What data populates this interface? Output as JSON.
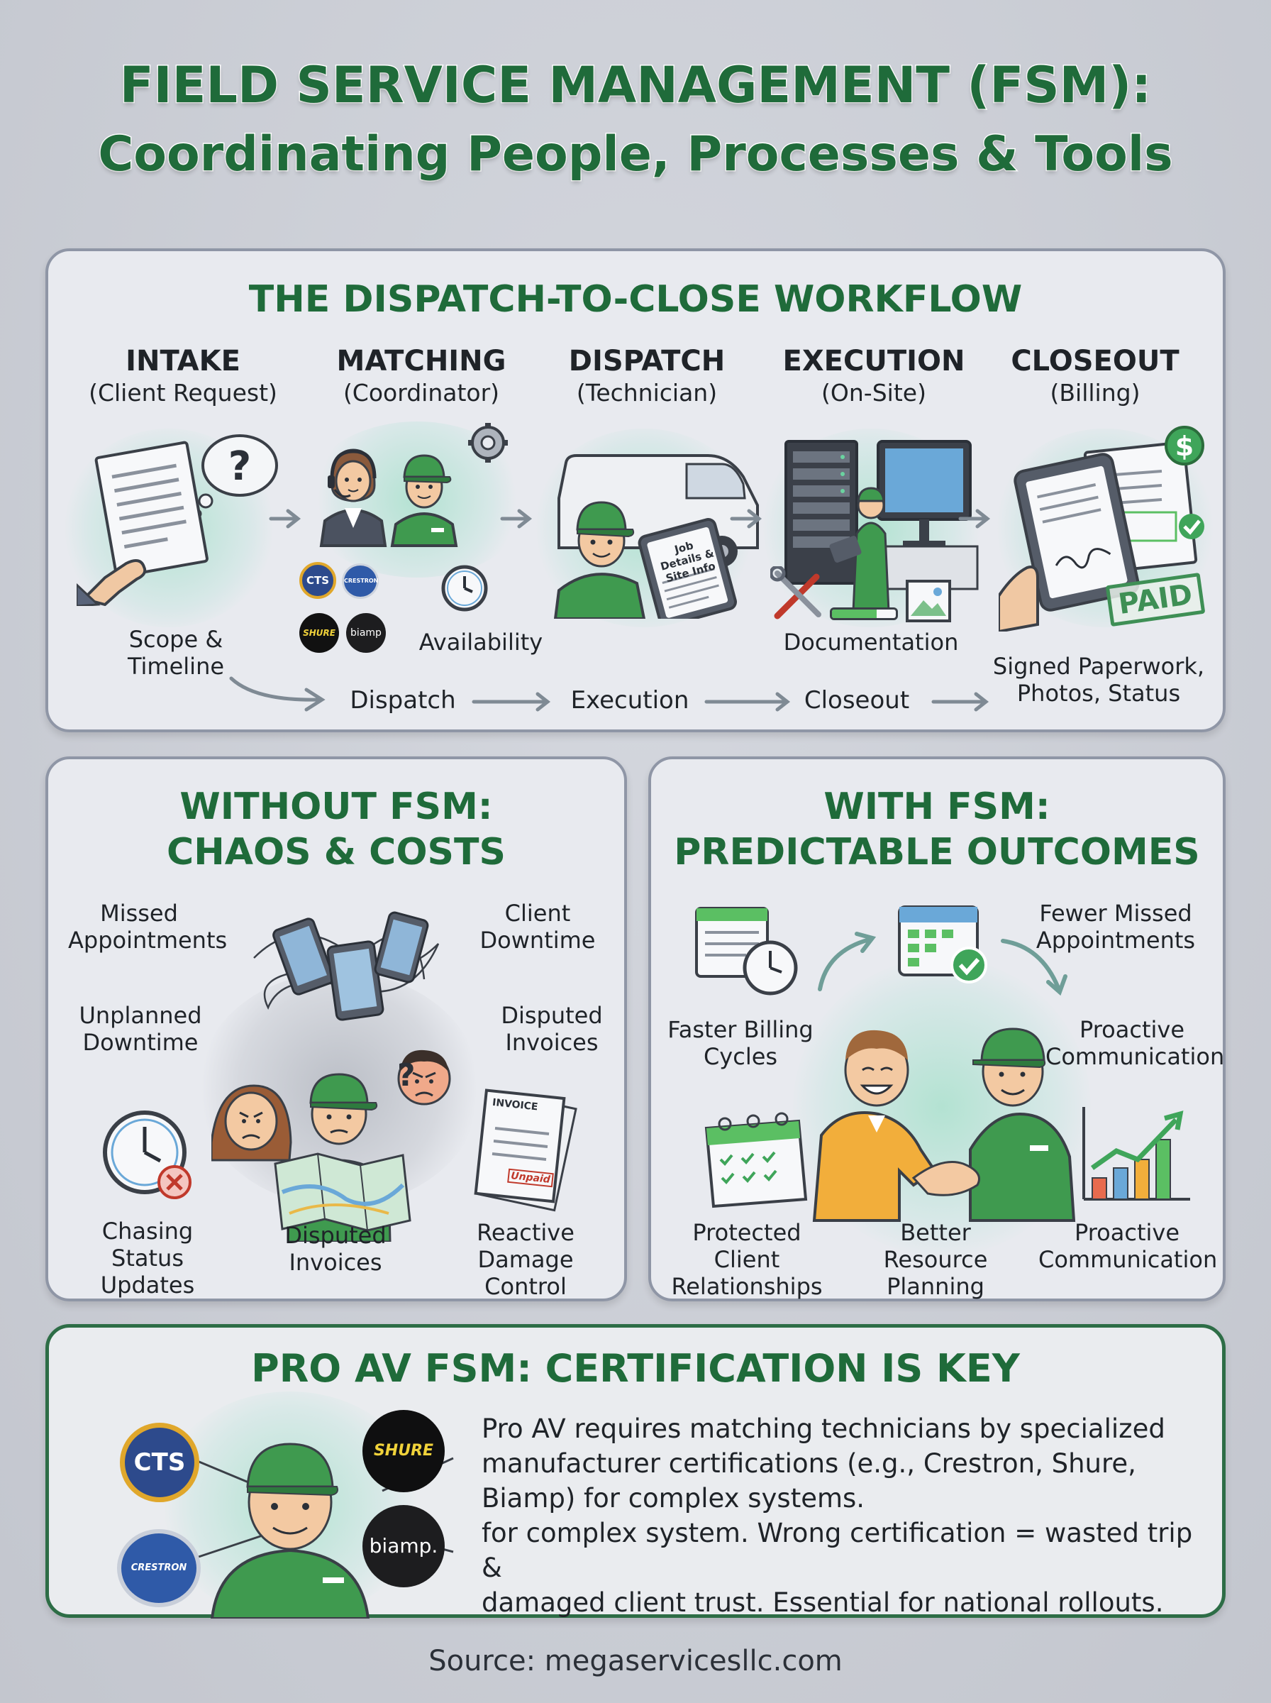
{
  "title": {
    "line1": "FIELD SERVICE MANAGEMENT (FSM):",
    "line2": "Coordinating People, Processes & Tools"
  },
  "workflow": {
    "heading": "THE DISPATCH-TO-CLOSE WORKFLOW",
    "stages": [
      {
        "name": "INTAKE",
        "sub": "(Client Request)"
      },
      {
        "name": "MATCHING",
        "sub": "(Coordinator)"
      },
      {
        "name": "DISPATCH",
        "sub": "(Technician)"
      },
      {
        "name": "EXECUTION",
        "sub": "(On-Site)"
      },
      {
        "name": "CLOSEOUT",
        "sub": "(Billing)"
      }
    ],
    "badges": {
      "cts": "CTS",
      "crestron": "CRESTRON",
      "shure": "SHURE",
      "biamp": "biamp"
    },
    "tablet_text": "Job Details & Site Info",
    "paid_stamp": "PAID",
    "labels": {
      "scope": "Scope & Timeline",
      "availability": "Availability",
      "documentation": "Documentation",
      "signed": "Signed Paperwork, Photos, Status"
    },
    "flow": [
      "Dispatch",
      "Execution",
      "Closeout"
    ]
  },
  "without": {
    "heading_line1": "WITHOUT FSM:",
    "heading_line2": "CHAOS & COSTS",
    "items": {
      "missed": "Missed Appointments",
      "client_downtime": "Client Downtime",
      "unplanned": "Unplanned Downtime",
      "disputed_right": "Disputed Invoices",
      "chasing": "Chasing Status Updates",
      "disputed_bottom": "Disputed Invoices",
      "reactive": "Reactive Damage Control"
    },
    "invoice_title": "INVOICE",
    "invoice_stamp": "Unpaid"
  },
  "with": {
    "heading_line1": "WITH FSM:",
    "heading_line2": "PREDICTABLE OUTCOMES",
    "items": {
      "fewer": "Fewer Missed Appointments",
      "faster": "Faster Billing Cycles",
      "proactive_top": "Proactive Communication",
      "protected": "Protected Client Relationships",
      "better": "Better Resource Planning",
      "proactive_bottom": "Proactive Communication"
    }
  },
  "certification": {
    "heading": "PRO AV FSM: CERTIFICATION IS KEY",
    "badges": {
      "cts": "CTS",
      "crestron": "CRESTRON",
      "shure": "SHURE",
      "biamp": "biamp."
    },
    "body_lines": [
      "Pro AV requires matching technicians by specialized",
      "manufacturer certifications (e.g., Crestron, Shure,",
      "Biamp) for complex systems.",
      "for complex system. Wrong certification = wasted trip &",
      "damaged client trust. Essential for national rollouts."
    ]
  },
  "source": "Source: megaservicesllc.com",
  "colors": {
    "brand_green": "#1f6b3a",
    "shirt_green": "#3f9a4f",
    "panel_border": "#8f96a6",
    "background": "#c9ccd3"
  }
}
